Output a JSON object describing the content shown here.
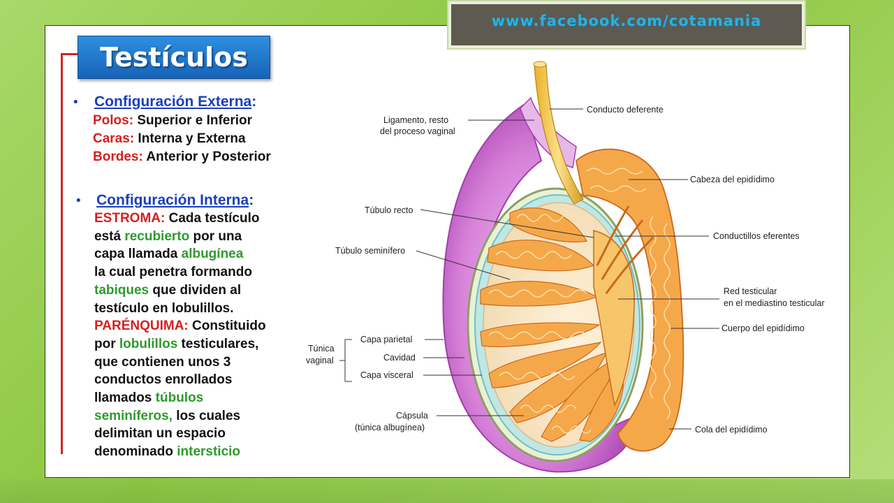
{
  "banner": {
    "url_text": "www.facebook.com/cotamania"
  },
  "title": "Testículos",
  "external": {
    "heading": "Configuración Externa",
    "colon": ":",
    "rows": [
      {
        "key": "Polos:",
        "value": " Superior e Inferior"
      },
      {
        "key": "Caras:",
        "value": " Interna y Externa"
      },
      {
        "key": "Bordes:",
        "value": " Anterior y Posterior"
      }
    ]
  },
  "internal": {
    "heading": "Configuración Interna",
    "colon": ":",
    "lines": [
      [
        {
          "t": "ESTROMA:",
          "c": "red"
        },
        {
          "t": " Cada testículo",
          "c": "blk"
        }
      ],
      [
        {
          "t": "está ",
          "c": "blk"
        },
        {
          "t": "recubierto",
          "c": "grn"
        },
        {
          "t": " por una",
          "c": "blk"
        }
      ],
      [
        {
          "t": "capa llamada ",
          "c": "blk"
        },
        {
          "t": "albugínea",
          "c": "grn"
        }
      ],
      [
        {
          "t": "la cual penetra formando",
          "c": "blk"
        }
      ],
      [
        {
          "t": "tabiques",
          "c": "grn"
        },
        {
          "t": " que dividen al",
          "c": "blk"
        }
      ],
      [
        {
          "t": "testículo en lobulillos.",
          "c": "blk"
        }
      ],
      [
        {
          "t": "PARÉNQUIMA:",
          "c": "red"
        },
        {
          "t": " Constituido",
          "c": "blk"
        }
      ],
      [
        {
          "t": "por ",
          "c": "blk"
        },
        {
          "t": "lobulillos",
          "c": "grn"
        },
        {
          "t": " testiculares,",
          "c": "blk"
        }
      ],
      [
        {
          "t": "que contienen unos 3",
          "c": "blk"
        }
      ],
      [
        {
          "t": "conductos enrollados",
          "c": "blk"
        }
      ],
      [
        {
          "t": "llamados ",
          "c": "blk"
        },
        {
          "t": "túbulos",
          "c": "grn"
        }
      ],
      [
        {
          "t": "seminíferos,",
          "c": "grn"
        },
        {
          "t": " los cuales",
          "c": "blk"
        }
      ],
      [
        {
          "t": "delimitan un espacio",
          "c": "blk"
        }
      ],
      [
        {
          "t": "denominado ",
          "c": "blk"
        },
        {
          "t": "intersticio",
          "c": "grn"
        }
      ]
    ]
  },
  "diagram": {
    "labels": {
      "ligamento_1": "Ligamento, resto",
      "ligamento_2": "del proceso vaginal",
      "conducto_deferente": "Conducto deferente",
      "cabeza": "Cabeza del epidídimo",
      "tubulo_recto": "Túbulo recto",
      "tubulo_seminifero": "Túbulo seminífero",
      "conductillos": "Conductillos eferentes",
      "red_1": "Red testicular",
      "red_2": "en el mediastino testicular",
      "cuerpo": "Cuerpo del epidídimo",
      "tunica_1": "Túnica",
      "tunica_2": "vaginal",
      "capa_parietal": "Capa parietal",
      "cavidad": "Cavidad",
      "capa_visceral": "Capa visceral",
      "capsula_1": "Cápsula",
      "capsula_2": "(túnica albugínea)",
      "cola": "Cola del epidídimo"
    },
    "colors": {
      "vaginal_outer": "#c25bc7",
      "vaginal_light": "#e9b9ee",
      "albuginea": "#e6efd2",
      "tubule": "#f2a23a",
      "tubule_light": "#fbd79a",
      "septa": "#8fd3e0"
    }
  }
}
